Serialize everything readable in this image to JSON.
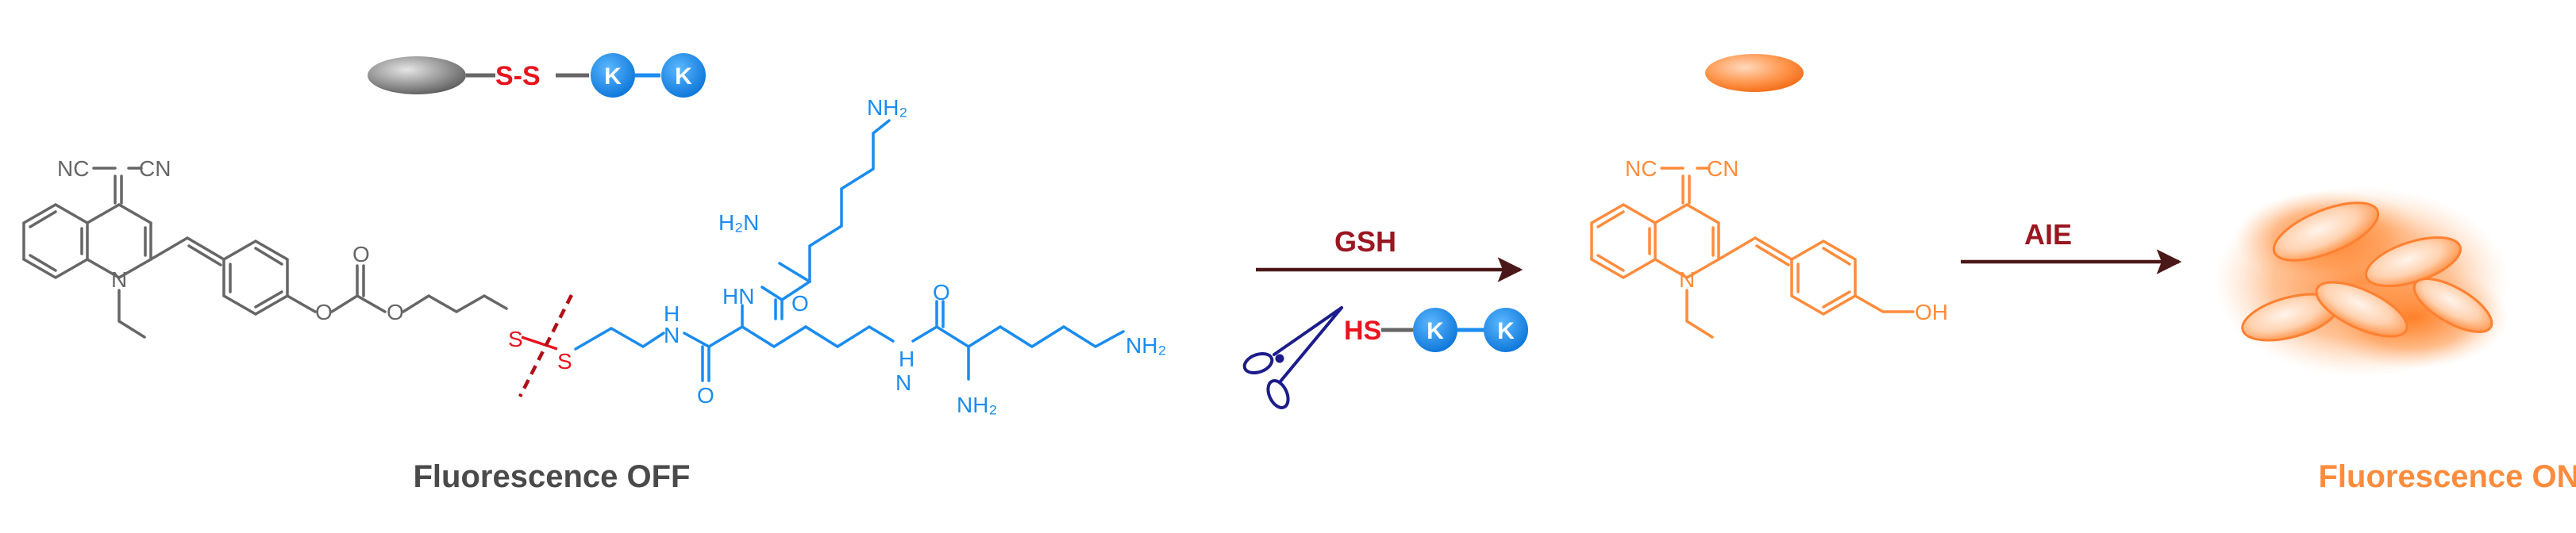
{
  "probe": {
    "cartoon": {
      "linker": "S-S",
      "residue_1": "K",
      "residue_2": "K"
    },
    "structure": {
      "nc_left": "NC",
      "nc_right": "CN",
      "ring_n": "N",
      "s1": "S",
      "s2": "S",
      "amide_nh_1": "N",
      "amide_h_1": "H",
      "amide_o_1": "O",
      "alpha_hn": "HN",
      "alpha_h2n": "H₂N",
      "top_nh2": "NH₂",
      "carbonyl_o_top": "O",
      "amide_nh_2": "N",
      "amide_h_2": "H",
      "amide_o_2": "O",
      "bottom_nh2": "NH₂",
      "right_nh2": "NH₂",
      "ester_o1": "O",
      "ester_o2": "O",
      "ester_o3": "O"
    },
    "state_label": "Fluorescence OFF"
  },
  "reaction": {
    "step1_reagent": "GSH",
    "released_fragment": {
      "thiol": "HS",
      "residue_1": "K",
      "residue_2": "K"
    },
    "step2_label": "AIE"
  },
  "product": {
    "structure": {
      "nc_left": "NC",
      "nc_right": "CN",
      "ring_n": "N",
      "oh": "OH"
    },
    "state_label": "Fluorescence ON"
  },
  "colors": {
    "gray": "#666666",
    "blue": "#1a8cf0",
    "red": "#e8141e",
    "orange": "#ff8c3c",
    "arrow": "#4a1818",
    "dark_red_text": "#9a1620",
    "navy": "#1c1c8c"
  }
}
